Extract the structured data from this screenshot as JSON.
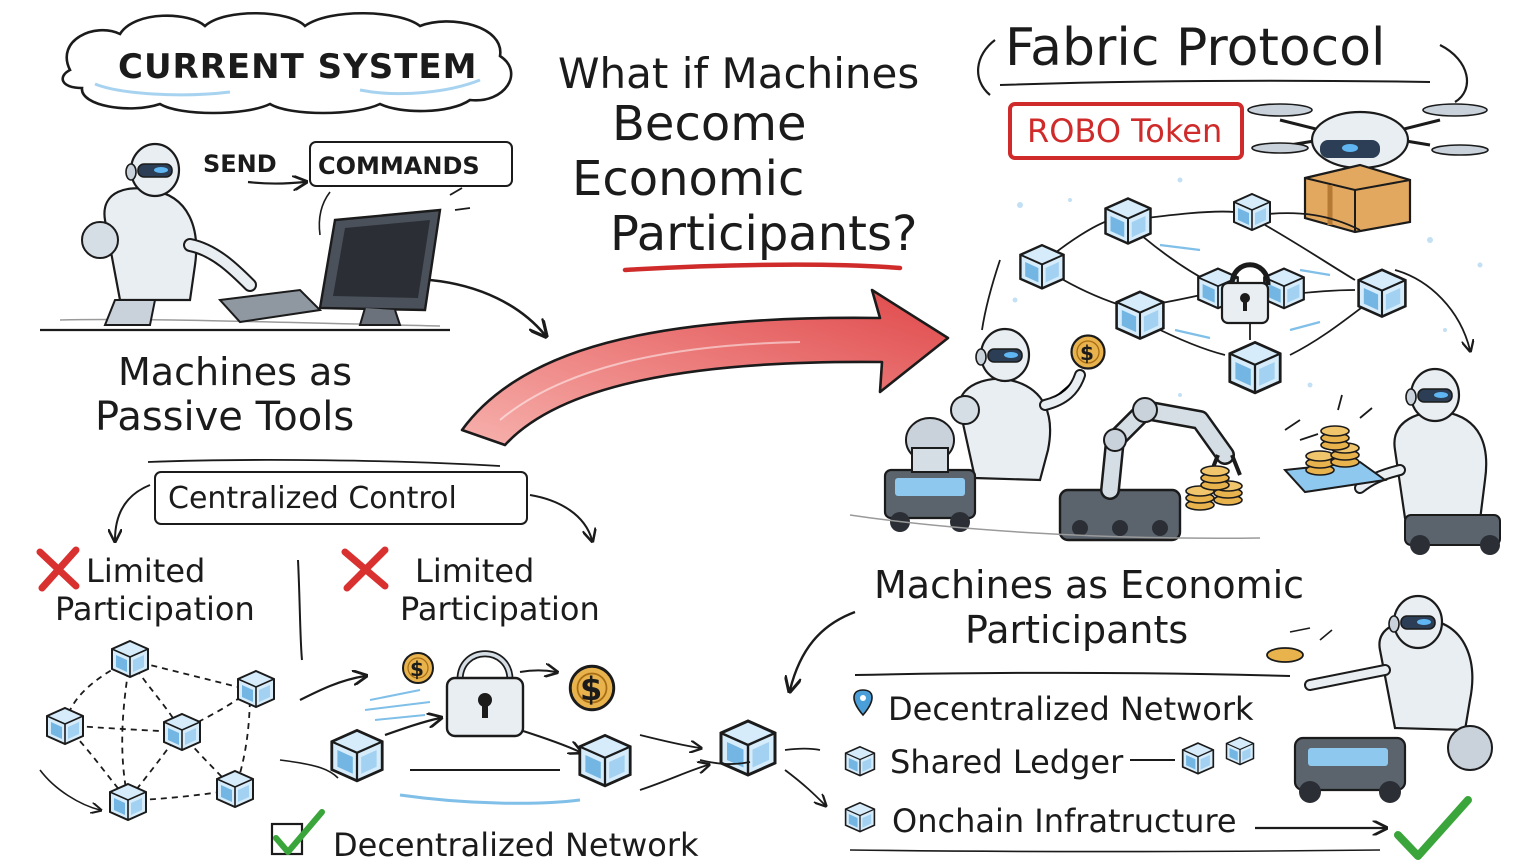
{
  "left": {
    "cloud_title": "CURRENT SYSTEM",
    "send_label": "SEND",
    "commands_label": "COMMANDS",
    "caption_line1": "Machines as",
    "caption_line2": "Passive Tools",
    "centralized_label": "Centralized Control",
    "limited_1_line1": "Limited",
    "limited_1_line2": "Participation",
    "limited_2_line1": "Limited",
    "limited_2_line2": "Participation",
    "decentralized_label": "Decentralized Network"
  },
  "center": {
    "question_line1": "What if Machines",
    "question_line2": "Become",
    "question_line3": "Economic",
    "question_line4": "Participants?"
  },
  "right": {
    "title": "Fabric Protocol",
    "token_label": "ROBO Token",
    "caption_line1": "Machines as Economic",
    "caption_line2": "Participants",
    "features": [
      "Decentralized Network",
      "Shared Ledger",
      "Onchain Infratructure"
    ]
  },
  "coin_symbol": "$",
  "colors": {
    "ink": "#1b1b1b",
    "arrow_red": "#e0484a",
    "token_red": "#cf2b2b",
    "cube_blue": "#4a9fd8",
    "cube_fill": "#d6ecfa",
    "coin_gold": "#e8b24c",
    "check_green": "#3aa53a",
    "cross_red": "#d93030",
    "box_tan": "#e2a860"
  }
}
